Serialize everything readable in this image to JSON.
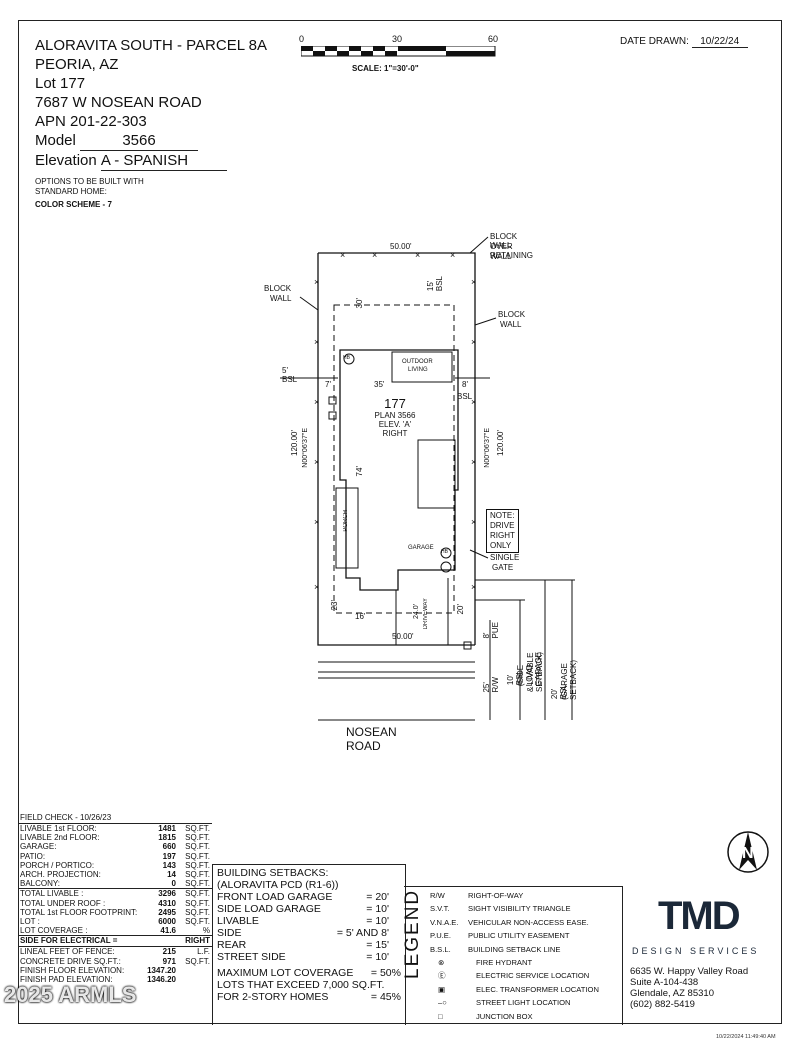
{
  "header": {
    "subdivision": "ALORAVITA SOUTH - PARCEL 8A",
    "city": "PEORIA, AZ",
    "lot_label": "Lot",
    "lot": "177",
    "address": "7687 W NOSEAN ROAD",
    "apn_label": "APN",
    "apn": "201-22-303",
    "model_label": "Model",
    "model": "3566",
    "elevation_label": "Elevation",
    "elevation": "A - SPANISH",
    "options_note_1": "OPTIONS TO BE BUILT WITH",
    "options_note_2": "STANDARD HOME:",
    "color_scheme": "COLOR SCHEME - 7"
  },
  "scale_bar": {
    "tick_0": "0",
    "tick_30": "30",
    "tick_60": "60",
    "scale": "SCALE: 1\"=30'-0\""
  },
  "date": {
    "label": "DATE DRAWN:",
    "value": "10/22/24"
  },
  "plan": {
    "lot_number": "177",
    "plan_name": "PLAN 3566",
    "elevation": "ELEV. 'A'",
    "handing": "RIGHT",
    "outdoor_1": "OUTDOOR",
    "outdoor_2": "LIVING",
    "width_top": "50.00'",
    "width_bottom": "50.00'",
    "depth_left": "120.00'",
    "depth_right": "120.00'",
    "bearing_left": "N00°06'37\"E",
    "bearing_right": "N00°06'37\"E",
    "rear_bsl": "15' BSL",
    "rear_dim": "30'",
    "left_side_bsl": "5' BSL",
    "left_dim": "7'",
    "house_width": "35'",
    "right_dim": "8'",
    "right_bsl": "BSL",
    "house_depth": "74'",
    "porch": "PORCH",
    "garage": "GARAGE",
    "driveway": "DRIVEWAY",
    "driveway_width": "24.0'",
    "front_dim_1": "23'",
    "front_dim_2": "16'",
    "front_dim_3": "20'",
    "pue_dim": "8' PUE",
    "rw_dim": "25' R/W",
    "side_bsl_1": "10' BSL",
    "side_bsl_2": "(SIDE LOAD GARAGE",
    "side_bsl_3": "& LIVABLE SETBACK)",
    "garage_bsl_1": "20' BSL",
    "garage_bsl_2": "(GARAGE SETBACK)",
    "street": "NOSEAN ROAD",
    "hb": "HB",
    "block_wall_left_1": "BLOCK",
    "block_wall_left_2": "WALL",
    "block_wall_right_1": "BLOCK",
    "block_wall_right_2": "WALL",
    "block_wall_retain_1": "BLOCK WALL",
    "block_wall_retain_2": "OVER RETAINING",
    "block_wall_retain_3": "WALL",
    "note_drive_1": "NOTE: DRIVE",
    "note_drive_2": "RIGHT ONLY",
    "single_gate_1": "SINGLE",
    "single_gate_2": "GATE"
  },
  "stats": {
    "field_check": "FIELD CHECK - 10/26/23",
    "rows_top": [
      {
        "label": "LIVABLE 1st FLOOR:",
        "value": "1481",
        "unit": "SQ.FT."
      },
      {
        "label": "LIVABLE 2nd FLOOR:",
        "value": "1815",
        "unit": "SQ.FT."
      },
      {
        "label": "GARAGE:",
        "value": "660",
        "unit": "SQ.FT."
      },
      {
        "label": "PATIO:",
        "value": "197",
        "unit": "SQ.FT."
      },
      {
        "label": "PORCH / PORTICO:",
        "value": "143",
        "unit": "SQ.FT."
      },
      {
        "label": "ARCH. PROJECTION:",
        "value": "14",
        "unit": "SQ.FT."
      },
      {
        "label": "BALCONY:",
        "value": "0",
        "unit": "SQ.FT."
      }
    ],
    "rows_mid": [
      {
        "label": "TOTAL LIVABLE :",
        "value": "3296",
        "unit": "SQ.FT."
      },
      {
        "label": "TOTAL UNDER ROOF :",
        "value": "4310",
        "unit": "SQ.FT."
      },
      {
        "label": "TOTAL 1st FLOOR FOOTPRINT:",
        "value": "2495",
        "unit": "SQ.FT."
      },
      {
        "label": "LOT :",
        "value": "6000",
        "unit": "SQ.FT."
      },
      {
        "label": "LOT COVERAGE :",
        "value": "41.6",
        "unit": "%"
      }
    ],
    "side_electrical_label": "SIDE FOR ELECTRICAL =",
    "side_electrical_value": "RIGHT",
    "rows_bottom": [
      {
        "label": "LINEAL FEET OF FENCE:",
        "value": "215",
        "unit": "L.F."
      },
      {
        "label": "CONCRETE DRIVE SQ.FT.:",
        "value": "971",
        "unit": "SQ.FT."
      },
      {
        "label": "FINISH FLOOR ELEVATION:",
        "value": "1347.20",
        "unit": ""
      },
      {
        "label": "FINISH PAD ELEVATION:",
        "value": "1346.20",
        "unit": ""
      }
    ]
  },
  "setbacks": {
    "title": "BUILDING SETBACKS:",
    "zoning": "(ALORAVITA PCD (R1-6))",
    "rows": [
      {
        "label": "FRONT LOAD GARAGE",
        "value": "= 20'"
      },
      {
        "label": "SIDE LOAD GARAGE",
        "value": "= 10'"
      },
      {
        "label": "LIVABLE",
        "value": "= 10'"
      },
      {
        "label": "SIDE",
        "value": "= 5' AND 8'"
      },
      {
        "label": "REAR",
        "value": "= 15'"
      },
      {
        "label": "STREET SIDE",
        "value": "= 10'"
      }
    ],
    "coverage_1_label": "MAXIMUM LOT COVERAGE",
    "coverage_1_value": "= 50%",
    "coverage_2_label": "LOTS THAT EXCEED 7,000 SQ.FT.",
    "coverage_3_label": "FOR 2-STORY HOMES",
    "coverage_3_value": "= 45%"
  },
  "legend": {
    "title": "LEGEND",
    "items": [
      {
        "abbr": "R/W",
        "desc": "RIGHT-OF-WAY"
      },
      {
        "abbr": "S.V.T.",
        "desc": "SIGHT VISIBILITY TRIANGLE"
      },
      {
        "abbr": "V.N.A.E.",
        "desc": "VEHICULAR NON-ACCESS EASE."
      },
      {
        "abbr": "P.U.E.",
        "desc": "PUBLIC UTILITY EASEMENT"
      },
      {
        "abbr": "B.S.L.",
        "desc": "BUILDING SETBACK LINE"
      },
      {
        "abbr": "",
        "desc": "FIRE HYDRANT"
      },
      {
        "abbr": "",
        "desc": "ELECTRIC SERVICE LOCATION"
      },
      {
        "abbr": "",
        "desc": "ELEC. TRANSFORMER LOCATION"
      },
      {
        "abbr": "",
        "desc": "STREET LIGHT LOCATION"
      },
      {
        "abbr": "",
        "desc": "JUNCTION BOX"
      }
    ]
  },
  "company": {
    "logo": "TMD",
    "name": "DESIGN SERVICES",
    "address_1": "6635 W. Happy Valley Road",
    "address_2": "Suite A-104-438",
    "address_3": "Glendale, AZ 85310",
    "phone": "(602) 882-5419"
  },
  "watermark": "2025 ARMLS",
  "print_stamp": "10/22/2024 11:49:40 AM"
}
